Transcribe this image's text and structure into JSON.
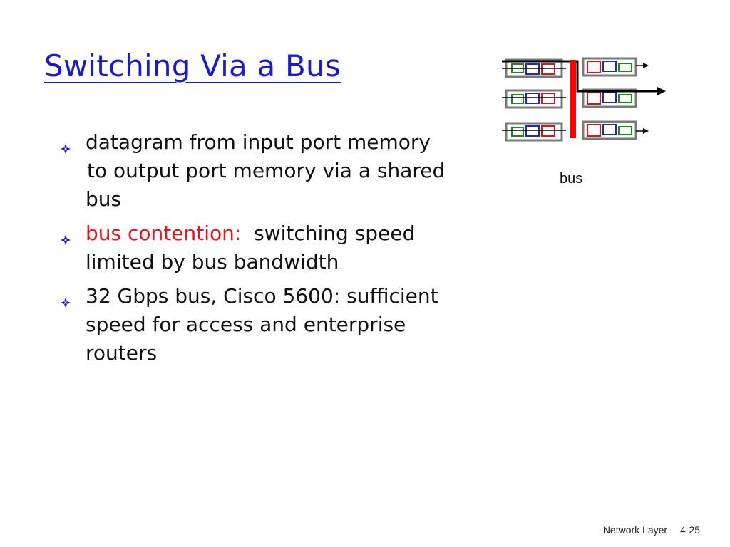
{
  "slide": {
    "title": "Switching Via a Bus",
    "bullets": [
      {
        "lines": [
          {
            "text": "datagram from input port memory",
            "style": "normal"
          },
          {
            "text": " to output port memory via a shared",
            "style": "normal"
          },
          {
            "text": "bus",
            "style": "normal"
          }
        ]
      },
      {
        "parts": [
          {
            "text": "bus contention:",
            "color": "#e8141a"
          },
          {
            "text": "  switching speed",
            "color": "#111111"
          }
        ],
        "line2": "limited by bus bandwidth"
      },
      {
        "lines": [
          {
            "text": "32 Gbps bus, Cisco 5600: sufficient"
          },
          {
            "text": "speed for access and enterprise"
          },
          {
            "text": "routers"
          }
        ]
      }
    ],
    "diagram": {
      "bus_label": "bus",
      "colors": {
        "bus": "#ff0000",
        "arrows": "#000000",
        "green": "#1a8a1a",
        "blue": "#2626c0",
        "red": "#d81818",
        "port": "#7a7a7a"
      }
    },
    "footer": {
      "section": "Network Layer",
      "page": "4-25"
    },
    "colors": {
      "title": "#1a1ad6",
      "bullet_mark": "#1a1ad6",
      "accent_red": "#e8141a"
    },
    "icons": {
      "bullet": "diamond-bullet-icon"
    }
  }
}
